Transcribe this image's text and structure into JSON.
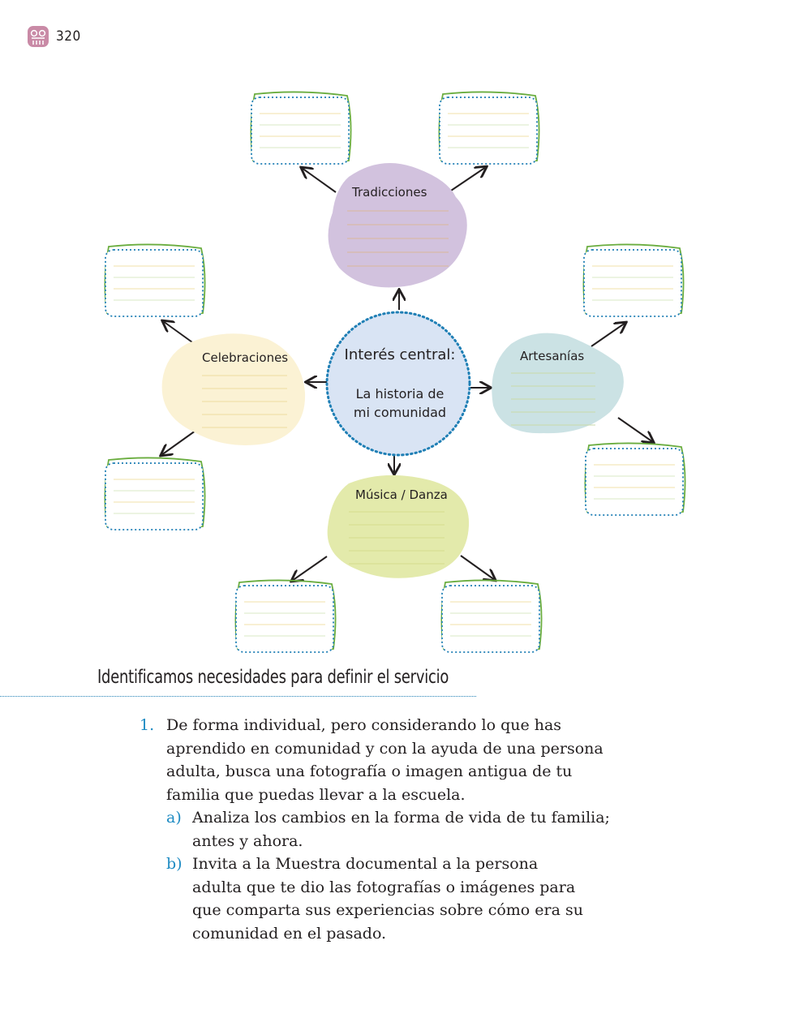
{
  "page": {
    "number": "320",
    "icon": "book-emblem-icon"
  },
  "concept_map": {
    "center": {
      "title": "Interés central:",
      "text_line1": "La historia de",
      "text_line2": "mi comunidad"
    },
    "nodes": [
      {
        "label": "Tradicciones",
        "color": "#d2c2de"
      },
      {
        "label": "Celebraciones",
        "color": "#fbf2d4"
      },
      {
        "label": "Artesanías",
        "color": "#cbe2e4"
      },
      {
        "label": "Música / Danza",
        "color": "#e3eaab"
      }
    ],
    "colors": {
      "center_fill": "#d9e4f4",
      "dotted_border": "#1f7fb5",
      "card_outline": "#6aad3f"
    }
  },
  "section": {
    "title": "Identificamos necesidades para definir el servicio"
  },
  "activity": {
    "number": "1.",
    "text": "De forma individual, pero considerando lo que has\naprendido en comunidad y con la ayuda de una persona\nadulta, busca una fotografía o imagen antigua de tu\nfamilia que puedas llevar a la escuela.",
    "items": [
      {
        "letter": "a)",
        "text": "Analiza los cambios en la forma de vida de tu familia;\nantes y ahora."
      },
      {
        "letter": "b)",
        "text": "Invita a la Muestra documental a la persona\nadulta que te dio las fotografías o imágenes para\nque comparta sus experiencias sobre cómo era su\ncomunidad en el pasado."
      }
    ]
  }
}
